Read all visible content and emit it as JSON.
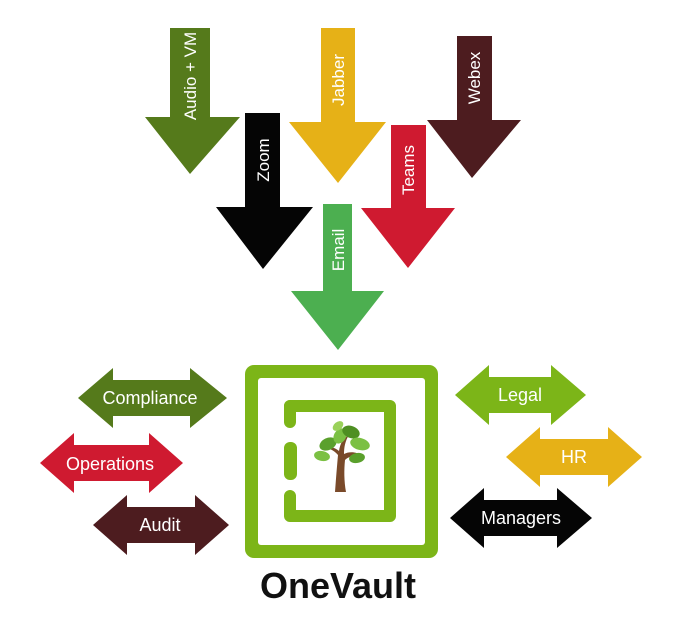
{
  "inputs": [
    {
      "id": "audio-vm",
      "label": "Audio + VM",
      "color": "#557a1b"
    },
    {
      "id": "jabber",
      "label": "Jabber",
      "color": "#e6b117"
    },
    {
      "id": "webex",
      "label": "Webex",
      "color": "#4d1c1f"
    },
    {
      "id": "zoom",
      "label": "Zoom",
      "color": "#050505"
    },
    {
      "id": "teams",
      "label": "Teams",
      "color": "#cf1a30"
    },
    {
      "id": "email",
      "label": "Email",
      "color": "#4caf50"
    }
  ],
  "consumers_left": [
    {
      "id": "compliance",
      "label": "Compliance",
      "color": "#557a1b"
    },
    {
      "id": "operations",
      "label": "Operations",
      "color": "#cf1a30"
    },
    {
      "id": "audit",
      "label": "Audit",
      "color": "#4d1c1f"
    }
  ],
  "consumers_right": [
    {
      "id": "legal",
      "label": "Legal",
      "color": "#7cb518"
    },
    {
      "id": "hr",
      "label": "HR",
      "color": "#e6b117"
    },
    {
      "id": "managers",
      "label": "Managers",
      "color": "#050505"
    }
  ],
  "vault": {
    "name": "OneVault",
    "color": "#7cb518",
    "logo_icon": "tree-icon"
  }
}
